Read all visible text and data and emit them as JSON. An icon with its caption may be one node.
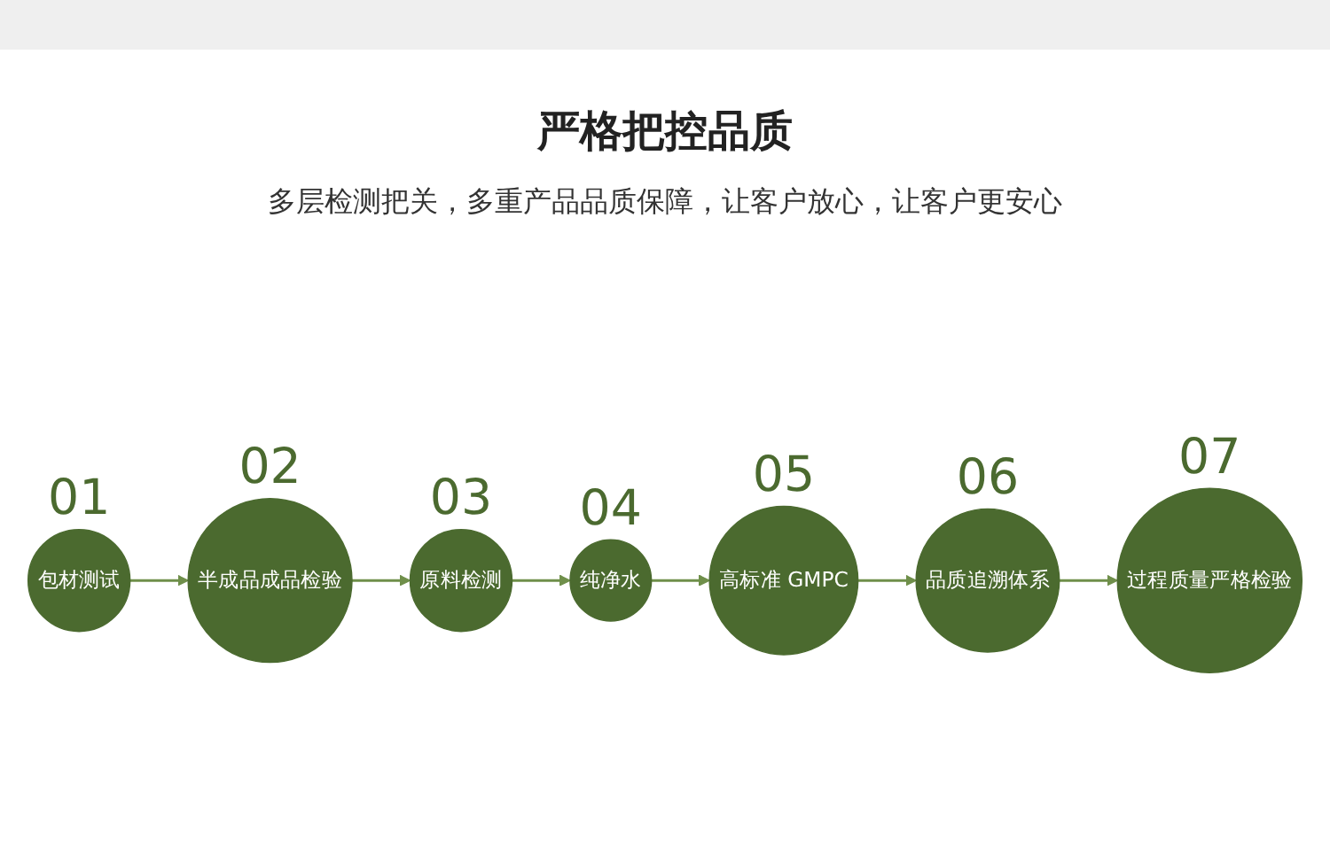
{
  "diagram": {
    "title": "严格把控品质",
    "nodes": [
      {
        "text": [
          "包材测试"
        ],
        "beside": [
          "01"
        ]
      },
      {
        "text": [
          "半成品成品检验"
        ],
        "beside": [
          "02"
        ]
      },
      {
        "text": [
          "原料检测"
        ],
        "beside": [
          "03"
        ]
      },
      {
        "text": [
          "纯净水"
        ],
        "beside": [
          "04"
        ]
      },
      {
        "text": [
          "高标准 GMPC"
        ],
        "beside": [
          "05"
        ]
      },
      {
        "text": [
          "品质追溯体系"
        ],
        "beside": [
          "06"
        ]
      },
      {
        "text": [
          "过程质量严格检验"
        ],
        "beside": [
          "07"
        ]
      }
    ],
    "edges": [
      {
        "from": 0,
        "to": 1,
        "arrow": "to"
      },
      {
        "from": 1,
        "to": 2,
        "arrow": "to"
      },
      {
        "from": 2,
        "to": 3,
        "arrow": "to"
      },
      {
        "from": 3,
        "to": 4,
        "arrow": "to"
      },
      {
        "from": 4,
        "to": 5,
        "arrow": "to"
      },
      {
        "from": 5,
        "to": 6,
        "arrow": "to"
      }
    ],
    "labels": [
      "多层检测把关，多重产品品质保障，让客户放心，让客户更安心"
    ]
  }
}
